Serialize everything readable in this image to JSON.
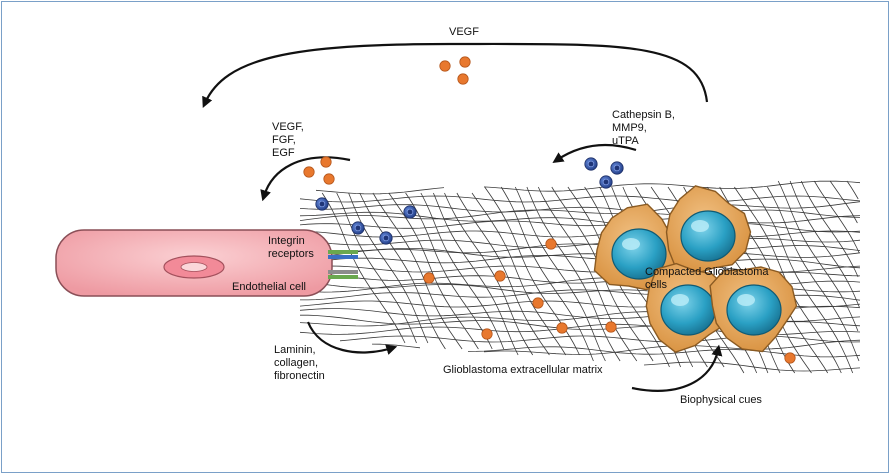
{
  "labels": {
    "vegf_top": "VEGF",
    "growth_factors": "VEGF,\nFGF,\nEGF",
    "proteases": "Cathepsin B,\nMMP9,\nuTPA",
    "integrin": "Integrin\nreceptors",
    "endothelial": "Endothelial cell",
    "ecm_proteins": "Laminin,\ncollagen,\nfibronectin",
    "ecm": "Glioblastoma extracellular matrix",
    "gbm_cells": "Compacted Glioblastoma\ncells",
    "biophysical": "Biophysical cues"
  },
  "colors": {
    "frame": "#7aa0c8",
    "growth_factor": "#e8782e",
    "protease": "#3557a8",
    "cell_body": "#f4aeb4",
    "gbm_cell": "#e3a55a",
    "nucleus": "#2aa0c4",
    "receptor_green": "#6aa84f",
    "receptor_blue": "#3a6fc4"
  }
}
